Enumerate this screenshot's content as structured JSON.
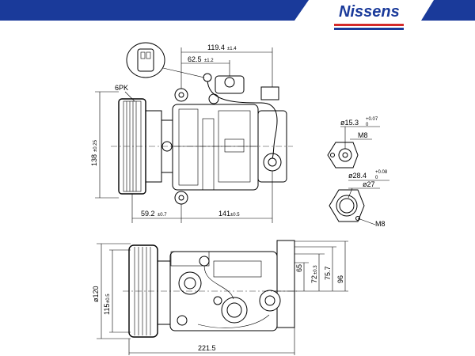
{
  "brand": {
    "name": "Nissens",
    "primary_color": "#1a3a9a",
    "accent_color": "#d42a2a"
  },
  "top_view": {
    "labels": {
      "belt": "6PK",
      "height": "138",
      "height_tol": "±0.25",
      "width_top": "119.4",
      "width_top_tol": "±1.4",
      "offset": "62.5",
      "offset_tol": "±1.2",
      "pulley_offset": "59.2",
      "pulley_offset_tol": "±0.7",
      "body_len": "141",
      "body_len_tol": "±0.5"
    }
  },
  "port_details": {
    "small": {
      "diameter": "ø15.3",
      "tol_plus": "+0.07",
      "tol_minus": "0",
      "thread": "M8"
    },
    "large": {
      "diameter": "ø28.4",
      "tol_plus": "+0.08",
      "tol_minus": "0",
      "inner": "ø27",
      "thread": "M8"
    }
  },
  "side_view": {
    "labels": {
      "pulley_dia": "ø120",
      "pulley_dia2": "115",
      "pulley_dia2_tol": "±0.5",
      "h1": "65",
      "h2": "72",
      "h2_tol": "±0.3",
      "h3": "75.7",
      "h4": "96",
      "total_len": "221.5"
    }
  }
}
